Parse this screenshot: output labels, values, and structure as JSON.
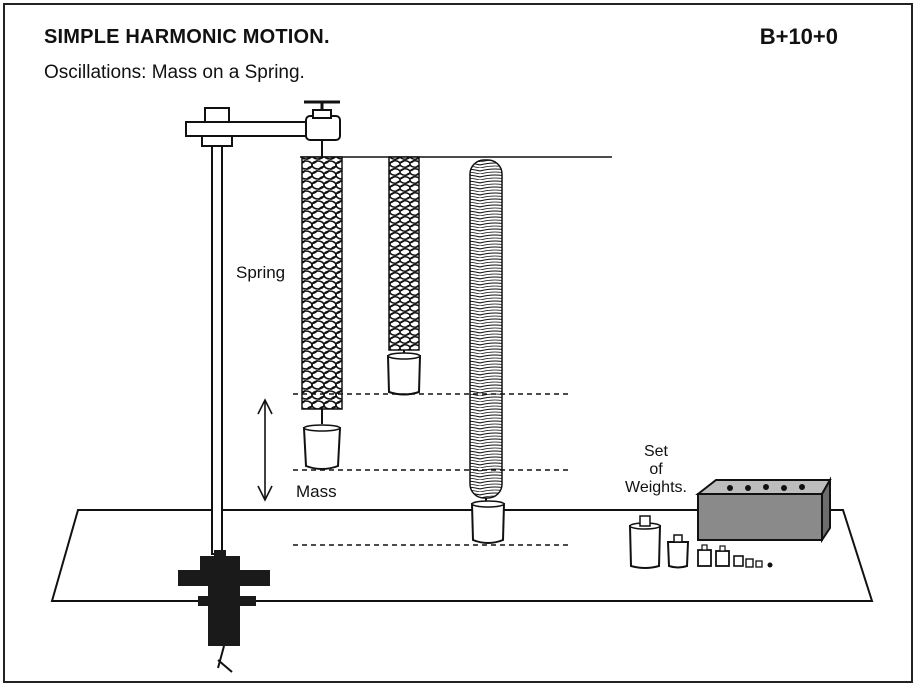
{
  "header": {
    "title": "SIMPLE HARMONIC MOTION.",
    "code": "B+10+0",
    "subtitle": "Oscillations: Mass on a Spring."
  },
  "labels": {
    "spring": "Spring",
    "mass": "Mass",
    "weights_line1": "Set",
    "weights_line2": "of",
    "weights_line3": "Weights."
  },
  "colors": {
    "ink": "#111111",
    "block_fill": "#8a8a8a",
    "stand_dark": "#1a1a1a"
  }
}
